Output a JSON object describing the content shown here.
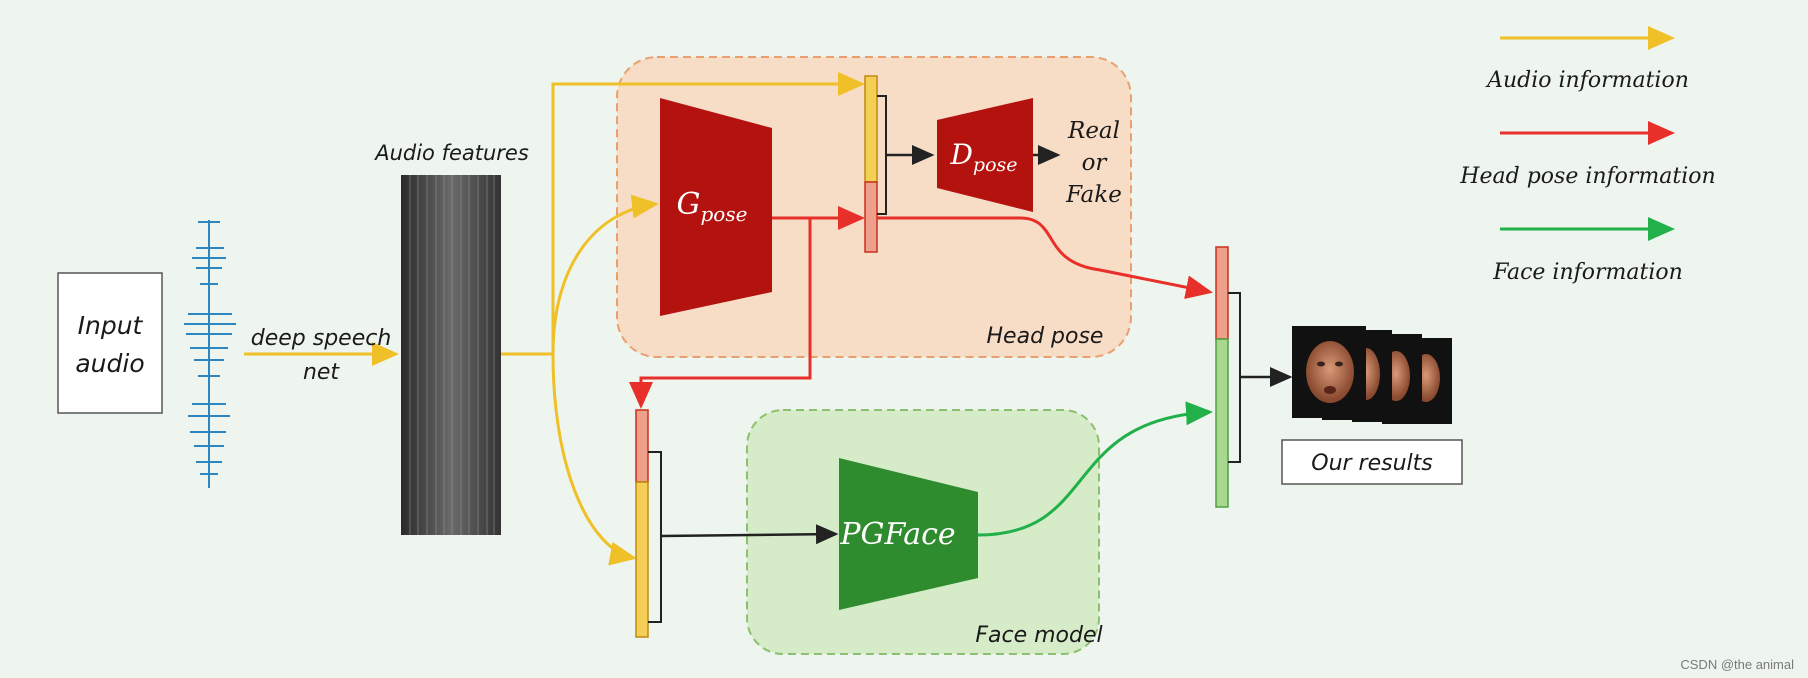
{
  "labels": {
    "input_audio_line1": "Input",
    "input_audio_line2": "audio",
    "deep_speech_line1": "deep speech",
    "deep_speech_line2": "net",
    "audio_features": "Audio features",
    "g_pose_main": "G",
    "g_pose_sub": "pose",
    "d_pose_main": "D",
    "d_pose_sub": "pose",
    "real": "Real",
    "or": "or",
    "fake": "Fake",
    "head_pose": "Head pose",
    "pgface": "PGFace",
    "face_model": "Face model",
    "our_results": "Our results"
  },
  "legend": [
    {
      "label": "Audio information",
      "color": "#f0c028"
    },
    {
      "label": "Head pose information",
      "color": "#e8302a"
    },
    {
      "label": "Face information",
      "color": "#22b04a"
    }
  ],
  "colors": {
    "audio": "#f0c028",
    "pose": "#e8302a",
    "face": "#22b04a",
    "generator_red": "#b3120f",
    "pgface_green": "#2e8b2e",
    "head_pose_region": "#f7dcc6",
    "face_model_region": "#d6ecc8",
    "waveform": "#2e86c1"
  },
  "watermark": "CSDN @the animal"
}
